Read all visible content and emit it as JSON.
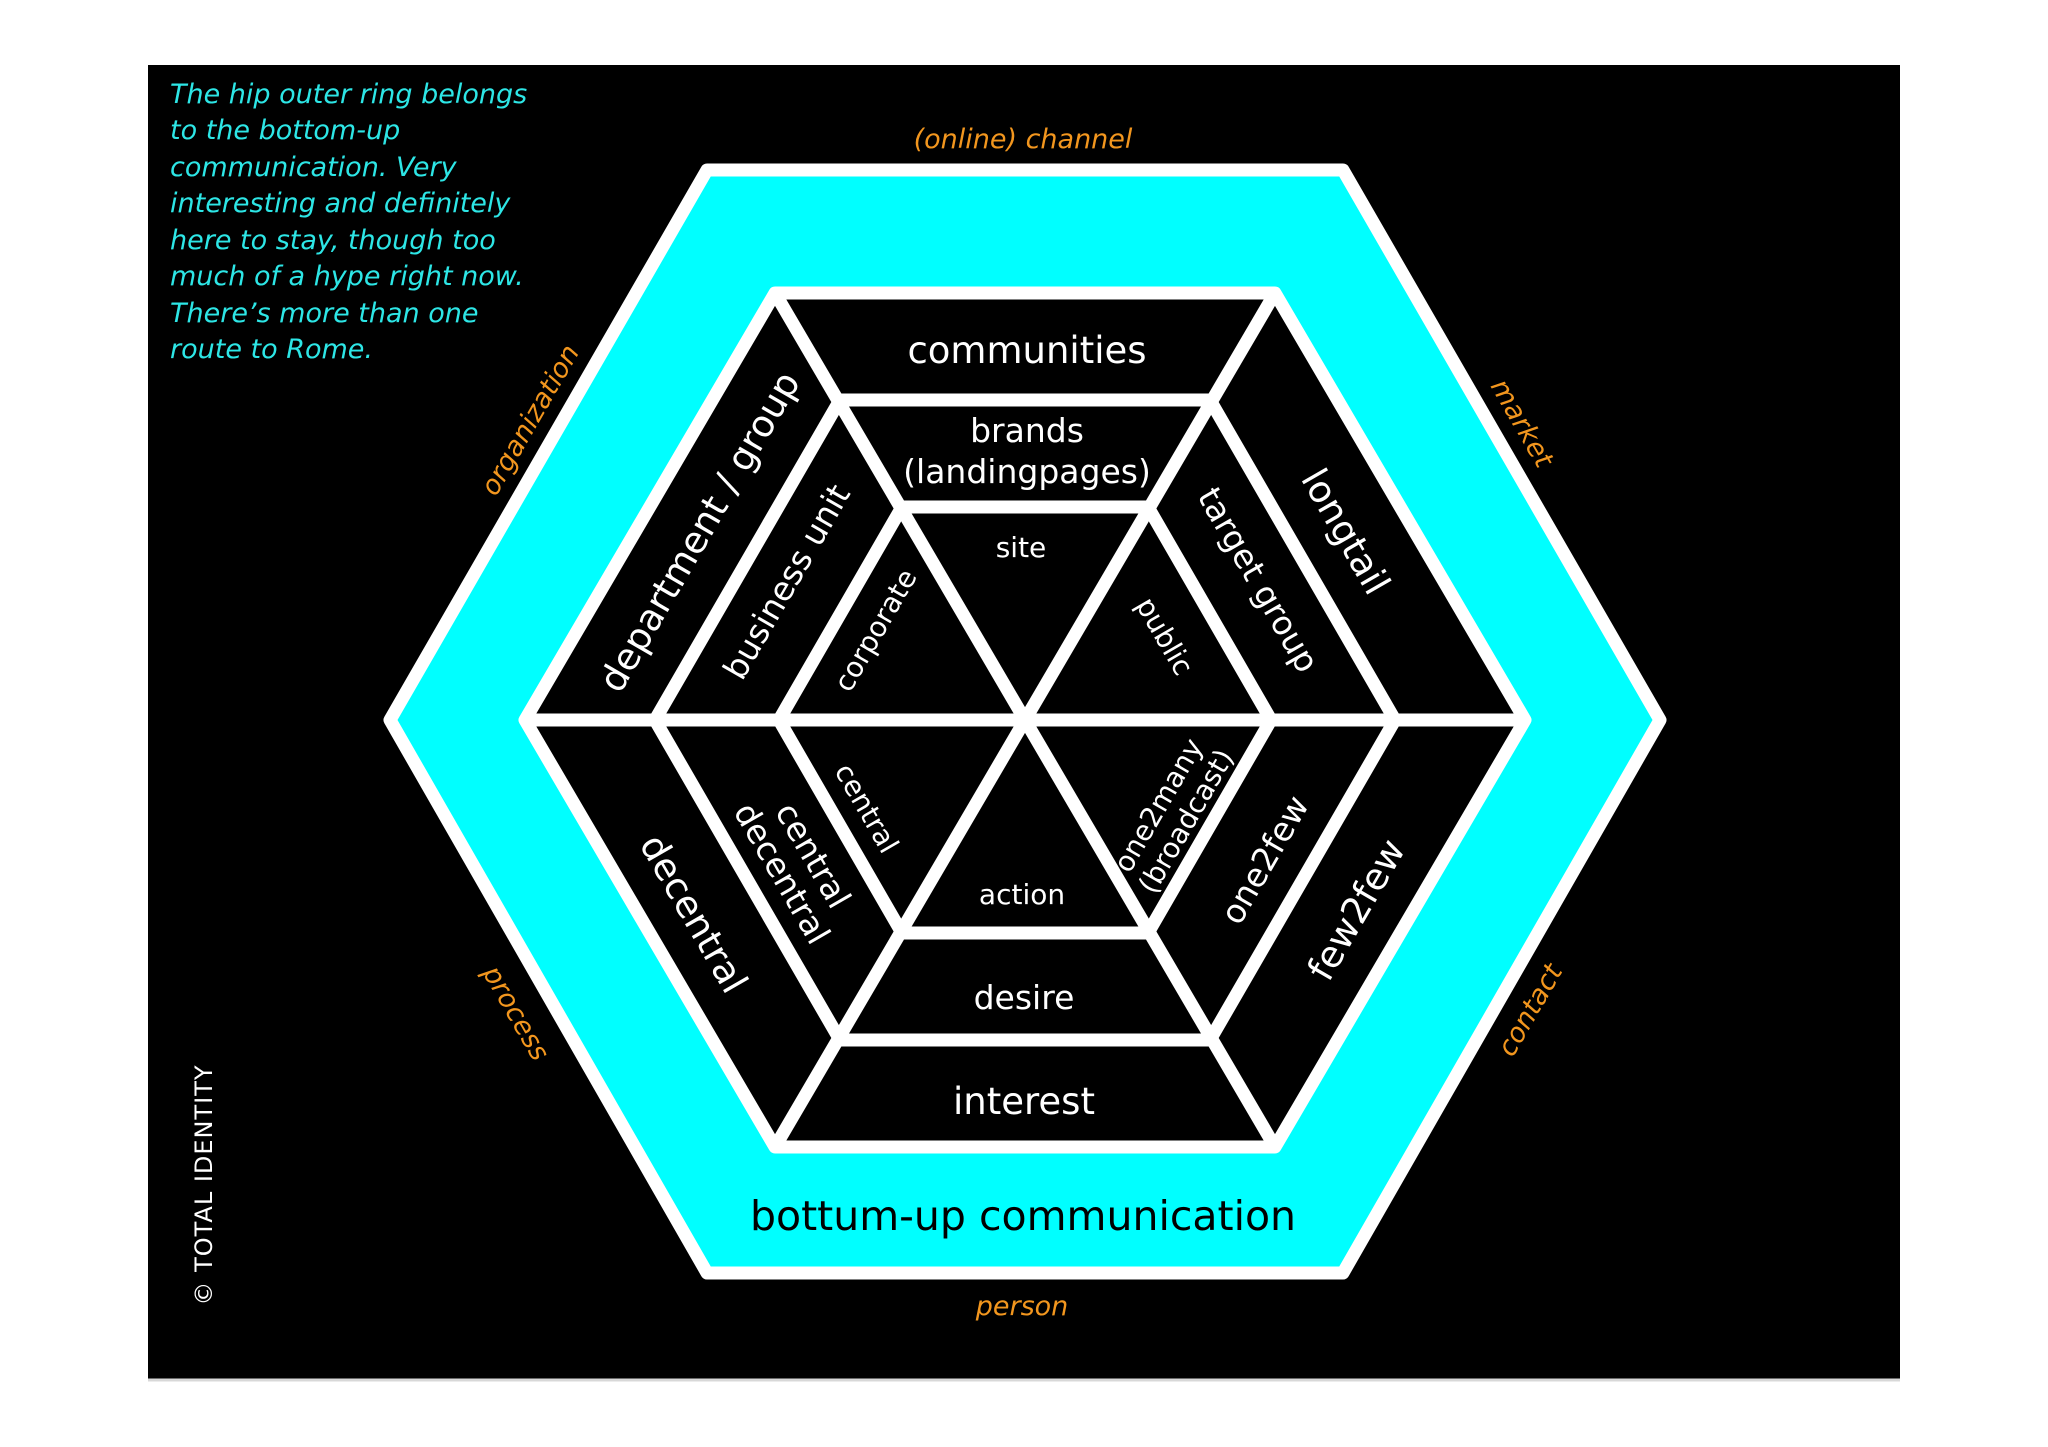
{
  "note": {
    "lines": [
      "The hip outer ring belongs",
      "to the bottom-up",
      "communication. Very",
      "interesting and definitely",
      "here to stay, though too",
      "much of a hype right now.",
      "There’s more than one",
      "route to Rome."
    ]
  },
  "axis_labels": {
    "top": "(online) channel",
    "top_right": "market",
    "bottom_right": "contact",
    "bottom": "person",
    "bottom_left": "process",
    "top_left": "organization"
  },
  "outer_ring": {
    "label": "bottum-up communication"
  },
  "sectors": {
    "top": {
      "inner": "site",
      "middle": [
        "brands",
        "(landingpages)"
      ],
      "outer": "communities"
    },
    "top_right": {
      "inner": "public",
      "middle": "target group",
      "outer": "longtail"
    },
    "bottom_right": {
      "inner": [
        "one2many",
        "(broadcast)"
      ],
      "middle": "one2few",
      "outer": "few2few"
    },
    "bottom": {
      "inner": "action",
      "middle": "desire",
      "outer": "interest"
    },
    "bottom_left": {
      "inner": "central",
      "middle": [
        "central",
        "decentral"
      ],
      "outer": "decentral"
    },
    "top_left": {
      "inner": "corporate",
      "middle": "business unit",
      "outer": "department / group"
    }
  },
  "copyright": "© TOTAL IDENTITY",
  "colors": {
    "background": "#000000",
    "ring": "#00ffff",
    "note": "#2de6e6",
    "axis_label": "#f2961e",
    "lines": "#ffffff"
  }
}
